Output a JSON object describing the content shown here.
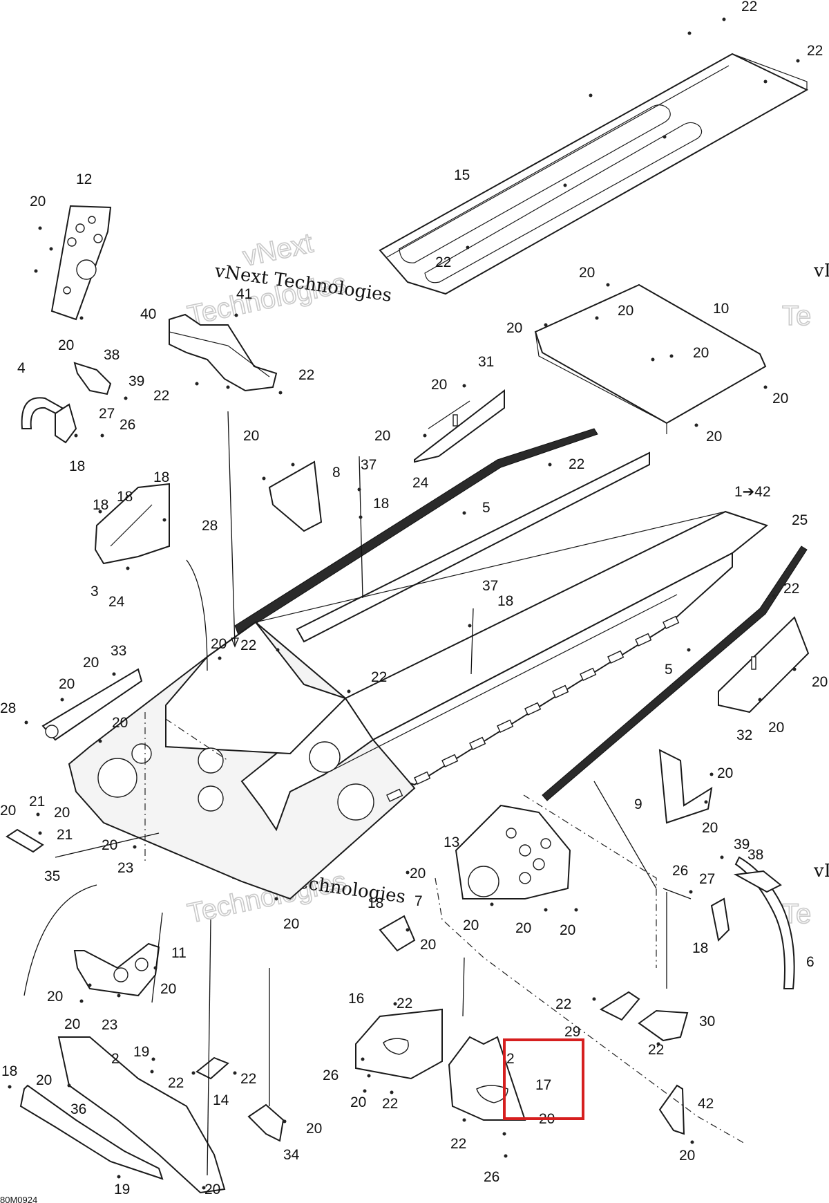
{
  "diagram": {
    "figure_code": "80M0924",
    "watermarks": {
      "vnext": "vNext",
      "technologies": "Technologies",
      "full": "vNext Technologies",
      "edge_v": "vI",
      "edge_te": "Te"
    },
    "highlight_color": "#d61f1f",
    "callouts": {
      "c1": "22",
      "c2": "22",
      "c3": "15",
      "c4": "22",
      "c5": "12",
      "c6": "20",
      "c7": "20",
      "c8": "41",
      "c9": "40",
      "c10": "22",
      "c11": "22",
      "c12": "4",
      "c13": "38",
      "c14": "39",
      "c15": "27",
      "c16": "26",
      "c17": "18",
      "c18": "20",
      "c19": "10",
      "c20": "20",
      "c21": "20",
      "c22": "20",
      "c23": "20",
      "c24": "20",
      "c25": "31",
      "c26": "20",
      "c27": "20",
      "c28": "20",
      "c29": "8",
      "c30": "37",
      "c31": "18",
      "c32": "22",
      "c33": "24",
      "c34": "5",
      "c35": "1➔42",
      "c36": "25",
      "c37": "18",
      "c38": "18",
      "c39": "18",
      "c40": "28",
      "c41": "3",
      "c42": "24",
      "c43": "37",
      "c44": "18",
      "c45": "22",
      "c46": "20",
      "c47": "33",
      "c48": "20",
      "c49": "20",
      "c50": "22",
      "c51": "5",
      "c52": "20",
      "c53": "32",
      "c54": "20",
      "c55": "28",
      "c56": "20",
      "c57": "20",
      "c58": "21",
      "c59": "20",
      "c60": "21",
      "c61": "35",
      "c62": "20",
      "c63": "23",
      "c64": "9",
      "c65": "20",
      "c66": "13",
      "c67": "20",
      "c68": "39",
      "c69": "38",
      "c70": "26",
      "c71": "27",
      "c72": "18",
      "c73": "7",
      "c74": "20",
      "c75": "20",
      "c76": "20",
      "c77": "20",
      "c78": "18",
      "c79": "11",
      "c80": "20",
      "c81": "20",
      "c82": "20",
      "c83": "23",
      "c84": "6",
      "c85": "16",
      "c86": "22",
      "c87": "22",
      "c88": "29",
      "c89": "30",
      "c90": "19",
      "c91": "2",
      "c92": "18",
      "c93": "20",
      "c94": "22",
      "c95": "22",
      "c96": "14",
      "c97": "26",
      "c98": "20",
      "c99": "22",
      "c100": "2",
      "c101": "17",
      "c102": "20",
      "c103": "22",
      "c104": "42",
      "c105": "36",
      "c106": "20",
      "c107": "34",
      "c108": "20",
      "c109": "26",
      "c110": "20",
      "c111": "19",
      "c112": "20",
      "c113": "20"
    }
  }
}
